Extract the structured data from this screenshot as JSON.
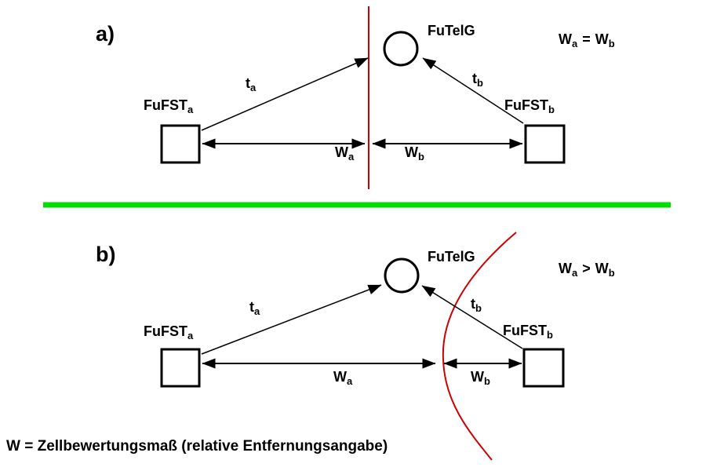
{
  "colors": {
    "boundary": "#cc0000",
    "divider": "#00dd00",
    "ink": "#000000"
  },
  "footer": {
    "legend": "W = Zellbewertungsmaß (relative Entfernungsangabe)"
  },
  "panel_a": {
    "index_label": "a)",
    "mobile_label": "FuTelG",
    "relation": {
      "lhs_base": "W",
      "lhs_sub": "a",
      "operator": "=",
      "rhs_base": "W",
      "rhs_sub": "b"
    },
    "station_a": {
      "base": "FuFST",
      "sub": "a"
    },
    "station_b": {
      "base": "FuFST",
      "sub": "b"
    },
    "time_a": {
      "base": "t",
      "sub": "a"
    },
    "time_b": {
      "base": "t",
      "sub": "b"
    },
    "weight_a": {
      "base": "W",
      "sub": "a"
    },
    "weight_b": {
      "base": "W",
      "sub": "b"
    }
  },
  "panel_b": {
    "index_label": "b)",
    "mobile_label": "FuTelG",
    "relation": {
      "lhs_base": "W",
      "lhs_sub": "a",
      "operator": ">",
      "rhs_base": "W",
      "rhs_sub": "b"
    },
    "station_a": {
      "base": "FuFST",
      "sub": "a"
    },
    "station_b": {
      "base": "FuFST",
      "sub": "b"
    },
    "time_a": {
      "base": "t",
      "sub": "a"
    },
    "time_b": {
      "base": "t",
      "sub": "b"
    },
    "weight_a": {
      "base": "W",
      "sub": "a"
    },
    "weight_b": {
      "base": "W",
      "sub": "b"
    }
  }
}
